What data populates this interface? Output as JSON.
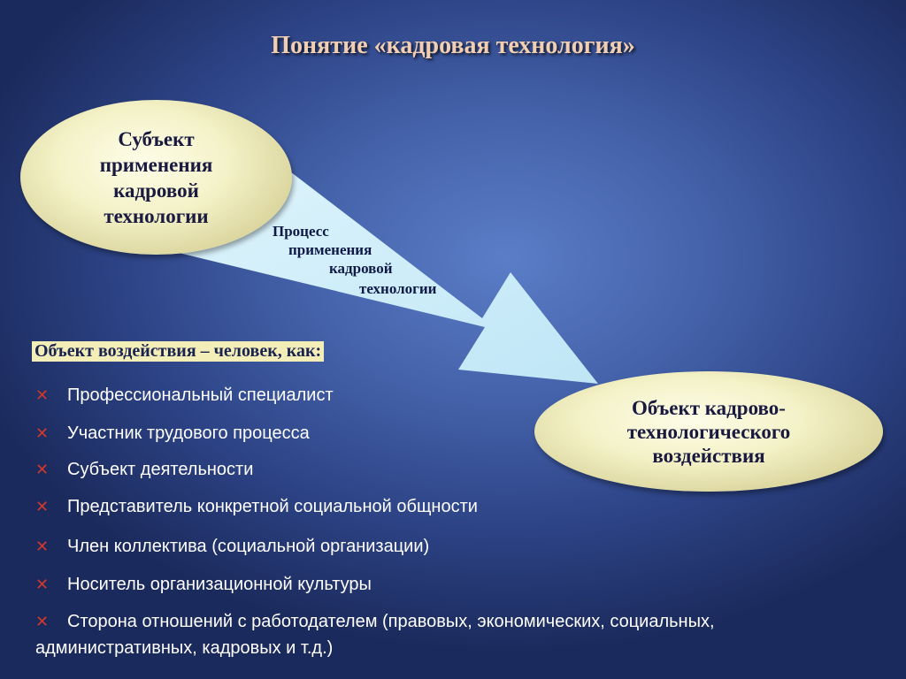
{
  "title": "Понятие «кадровая технология»",
  "subject_ellipse": {
    "lines": [
      "Субъект",
      "применения",
      "кадровой",
      "технологии"
    ]
  },
  "process_label": {
    "lines": [
      "Процесс",
      "применения",
      "кадровой",
      "технологии"
    ]
  },
  "object_ellipse": {
    "lines": [
      "Объект кадрово-",
      "технологического",
      "воздействия"
    ]
  },
  "object_heading": "Объект воздействия – человек, как:",
  "bullet_marker": "✕",
  "bullets": [
    "Профессиональный специалист",
    "Участник трудового процесса",
    "Субъект деятельности",
    "Представитель конкретной социальной общности",
    "Член коллектива (социальной организации)",
    "Носитель организационной культуры",
    "Сторона отношений с работодателем (правовых, экономических, социальных, административных, кадровых и т.д.)"
  ],
  "colors": {
    "arrow_fill": "#cdeefa",
    "ellipse_fill": "#f4f2c8",
    "bullet_marker": "#d2372c",
    "title_text": "#f2cfb2",
    "heading_highlight": "#f3eeb8"
  }
}
